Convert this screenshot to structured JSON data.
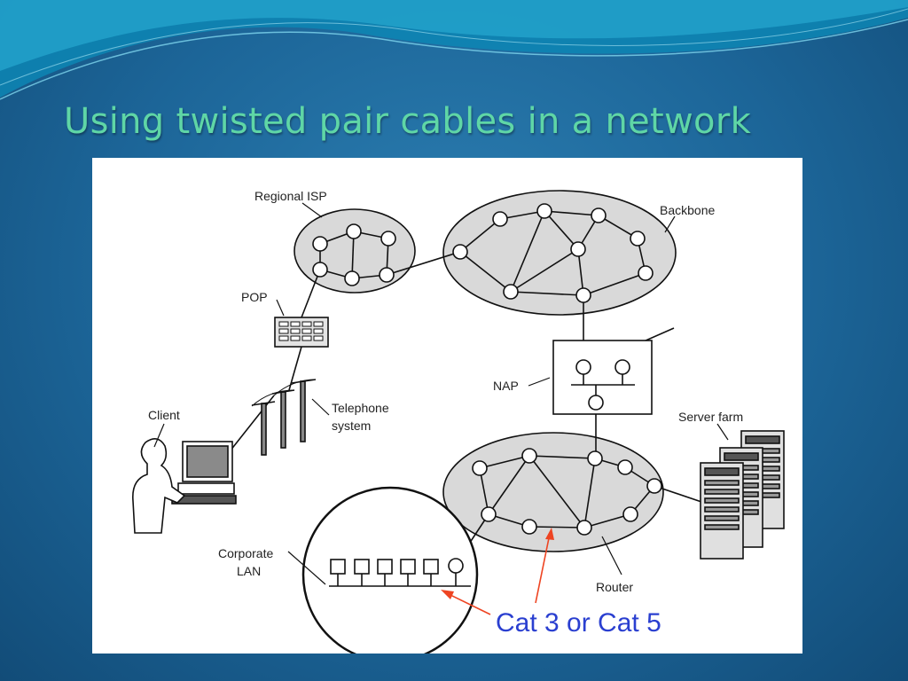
{
  "slide": {
    "title": "Using twisted pair cables in a network"
  },
  "diagram": {
    "labels": {
      "regional_isp": "Regional ISP",
      "backbone": "Backbone",
      "pop": "POP",
      "nap": "NAP",
      "client": "Client",
      "telephone_line1": "Telephone",
      "telephone_line2": "system",
      "server_farm": "Server farm",
      "corporate_line1": "Corporate",
      "corporate_line2": "LAN",
      "router": "Router",
      "cable_callout": "Cat 3 or Cat 5"
    },
    "colors": {
      "cloud_fill": "#d9d9d9",
      "callout_arrow": "#ee4422",
      "callout_text": "#2a3fd0"
    }
  }
}
